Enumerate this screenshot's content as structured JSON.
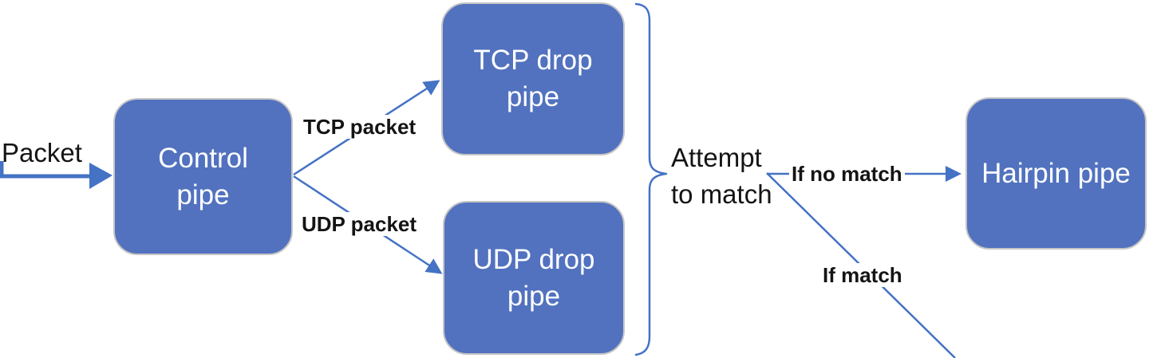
{
  "diagram": {
    "title": "Packet processing pipeline diagram",
    "nodes": {
      "control": {
        "label": "Control\npipe"
      },
      "tcp_drop": {
        "label": "TCP drop\npipe"
      },
      "udp_drop": {
        "label": "UDP drop\npipe"
      },
      "hairpin": {
        "label": "Hairpin pipe"
      }
    },
    "labels": {
      "packet": "Packet",
      "tcp_packet": "TCP packet",
      "udp_packet": "UDP packet",
      "attempt_to_match": "Attempt\nto match",
      "if_no_match": "If no match",
      "if_match": "If match"
    },
    "colors": {
      "node_fill": "#5272bf",
      "node_border": "#c6c6c6",
      "node_text": "#ffffff",
      "connector": "#4472c4",
      "label_text": "#141414",
      "background": "#ffffff"
    }
  }
}
